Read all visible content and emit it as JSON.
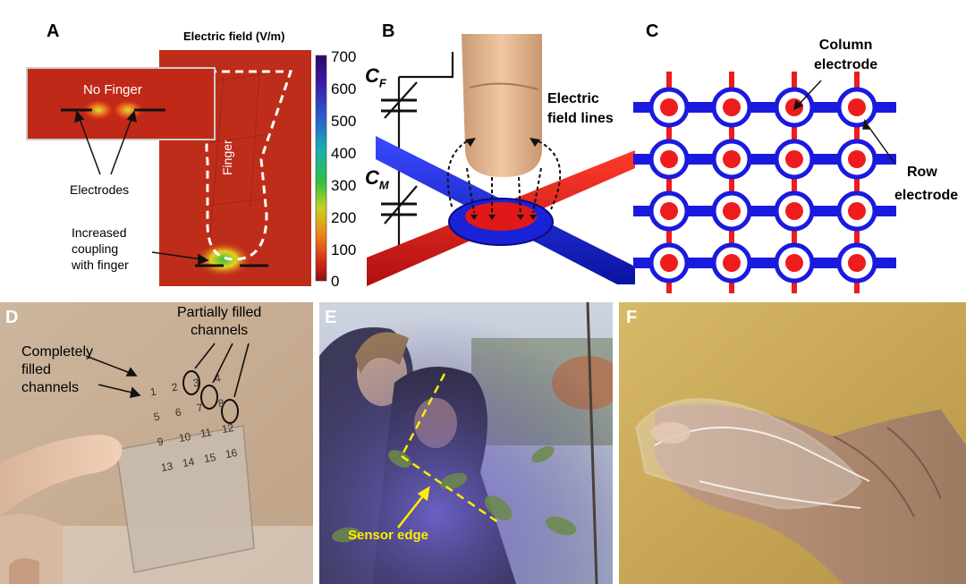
{
  "panels": {
    "A": {
      "letter": "A",
      "title": "Electric field (V/m)",
      "inset_label": "No Finger",
      "finger_label": "Finger",
      "electrodes_label": "Electrodes",
      "coupling_label": [
        "Increased",
        "coupling",
        "with finger"
      ],
      "colorbar_ticks": [
        "700",
        "600",
        "500",
        "400",
        "300",
        "200",
        "100",
        "0"
      ]
    },
    "B": {
      "letter": "B",
      "cf_main": "C",
      "cf_sub": "F",
      "cm_main": "C",
      "cm_sub": "M",
      "field_lines_label": [
        "Electric",
        "field lines"
      ]
    },
    "C": {
      "letter": "C",
      "column_label": [
        "Column",
        "electrode"
      ],
      "row_label": [
        "Row",
        "electrode"
      ]
    },
    "D": {
      "letter": "D",
      "completely_label": [
        "Completely",
        "filled",
        "channels"
      ],
      "partially_label": [
        "Partially filled",
        "channels"
      ],
      "grid_numbers": [
        "1",
        "2",
        "3",
        "4",
        "5",
        "6",
        "7",
        "8",
        "9",
        "10",
        "11",
        "12",
        "13",
        "14",
        "15",
        "16"
      ]
    },
    "E": {
      "letter": "E",
      "sensor_label": "Sensor edge"
    },
    "F": {
      "letter": "F"
    }
  },
  "colors": {
    "electrode_red": "#ee1c1c",
    "electrode_blue": "#1a1adf",
    "annotation_yellow": "#ffee00"
  }
}
